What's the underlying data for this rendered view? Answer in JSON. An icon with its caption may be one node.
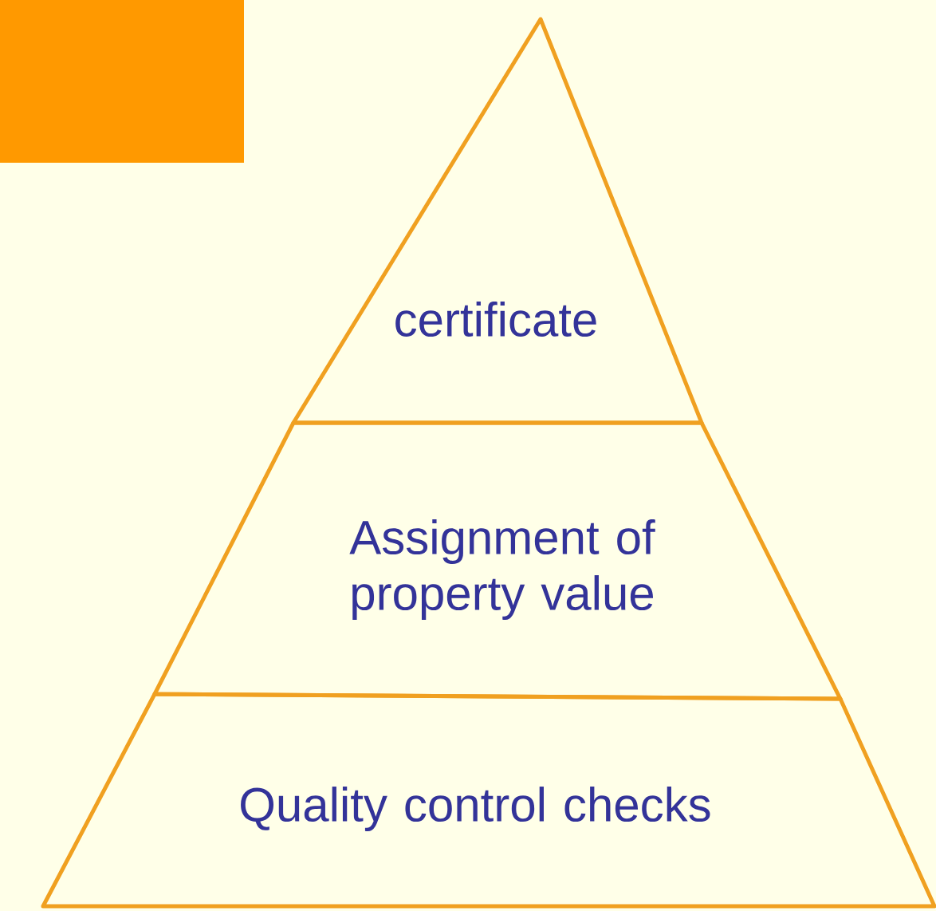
{
  "diagram": {
    "nodes": [
      {
        "text": [
          "certificate"
        ]
      },
      {
        "text": [
          "Assignment of property value"
        ]
      },
      {
        "text": [
          "Quality control checks"
        ]
      }
    ]
  }
}
